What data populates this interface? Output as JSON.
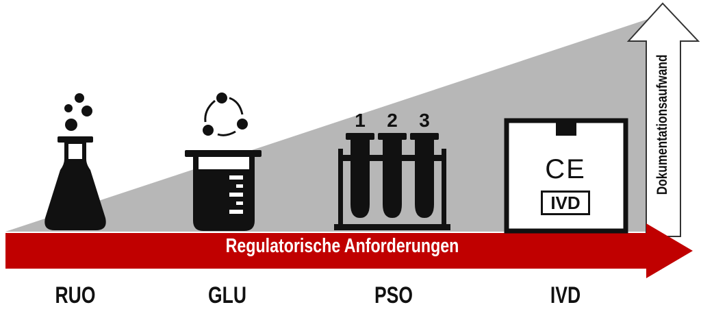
{
  "arrow_label": "Regulatorische Anforderungen",
  "vertical_label": "Dokumentationsaufwand",
  "stages": [
    {
      "label": "RUO",
      "icon": "erlenmeyer-flask-icon"
    },
    {
      "label": "GLU",
      "icon": "beaker-icon"
    },
    {
      "label": "PSO",
      "icon": "test-tube-rack-icon"
    },
    {
      "label": "IVD",
      "icon": "ce-ivd-box-icon"
    }
  ],
  "tube_numbers": [
    "1",
    "2",
    "3"
  ],
  "ce_text": "CE",
  "ivd_badge_text": "IVD",
  "colors": {
    "arrow_red": "#c00000",
    "wedge_gray": "#b7b7b7",
    "icon_black": "#111111"
  }
}
